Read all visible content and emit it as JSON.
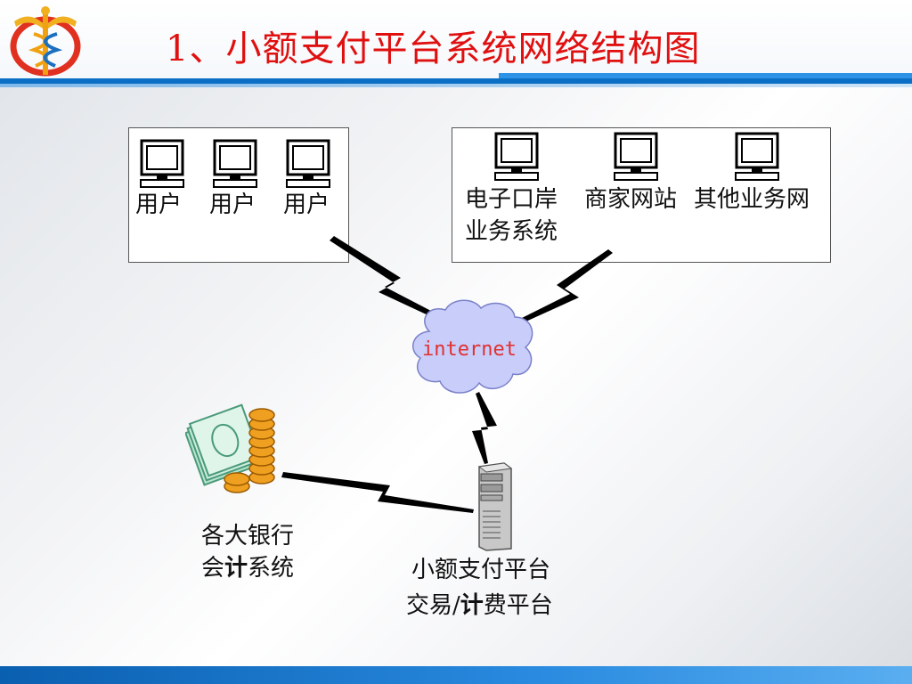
{
  "title": "1、小额支付平台系统网络结构图",
  "users": {
    "labels": [
      "用户",
      "用户",
      "用户"
    ]
  },
  "business": {
    "systems": [
      {
        "line1": "电子口岸",
        "line2": "业务系统"
      },
      {
        "line1": "商家网站",
        "line2": ""
      },
      {
        "line1": "其他业务网",
        "line2": ""
      }
    ]
  },
  "cloud": {
    "label": "internet"
  },
  "banks": {
    "line1": "各大银行",
    "line2_prefix": "会",
    "line2_bold": "计",
    "line2_suffix": "系统"
  },
  "platform": {
    "line1": "小额支付平台",
    "line2_prefix": "交易/",
    "line2_bold": "计",
    "line2_suffix": "费平台"
  },
  "colors": {
    "title": "#e01010",
    "cloud_fill": "#c8cdfa",
    "cloud_text": "#e03030",
    "accent": "#0b6fc5"
  }
}
